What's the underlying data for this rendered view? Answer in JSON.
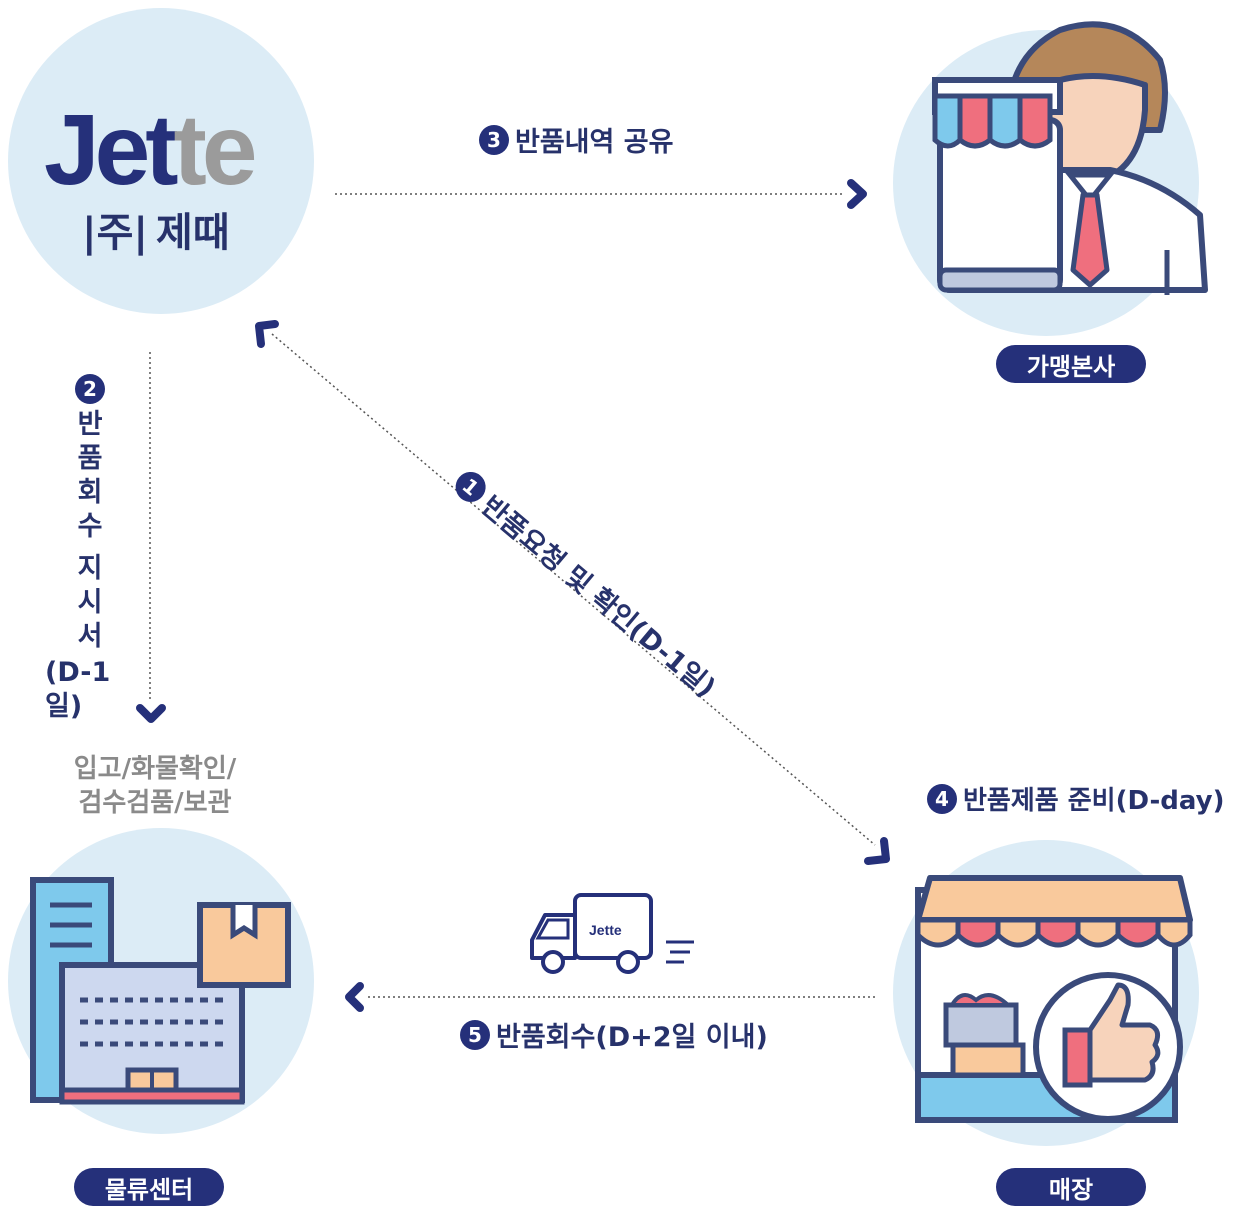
{
  "logo": {
    "part1": "Jet",
    "part2": "te",
    "subtitle_a": "|주|",
    "subtitle_b": "제때"
  },
  "nodes": {
    "hq": {
      "label": "가맹본사"
    },
    "logistics": {
      "label": "물류센터"
    },
    "store": {
      "label": "매장"
    }
  },
  "steps": [
    {
      "num": "1",
      "text": "반품요청 및 확인(D-1일)"
    },
    {
      "num": "2",
      "chars": [
        "반",
        "품",
        "회",
        "수",
        "",
        "지",
        "시",
        "서"
      ],
      "sub": "(D-1일)"
    },
    {
      "num": "3",
      "text": "반품내역 공유"
    },
    {
      "num": "4",
      "text": "반품제품 준비(D-day)"
    },
    {
      "num": "5",
      "text": "반품회수(D+2일 이내)"
    }
  ],
  "logistics_note": {
    "line1": "입고/화물확인/",
    "line2": "검수검품/보관"
  },
  "truck_logo": "Jette",
  "colors": {
    "navy": "#25307a",
    "circle": "#dcecf6",
    "gray": "#9b9b9b"
  }
}
